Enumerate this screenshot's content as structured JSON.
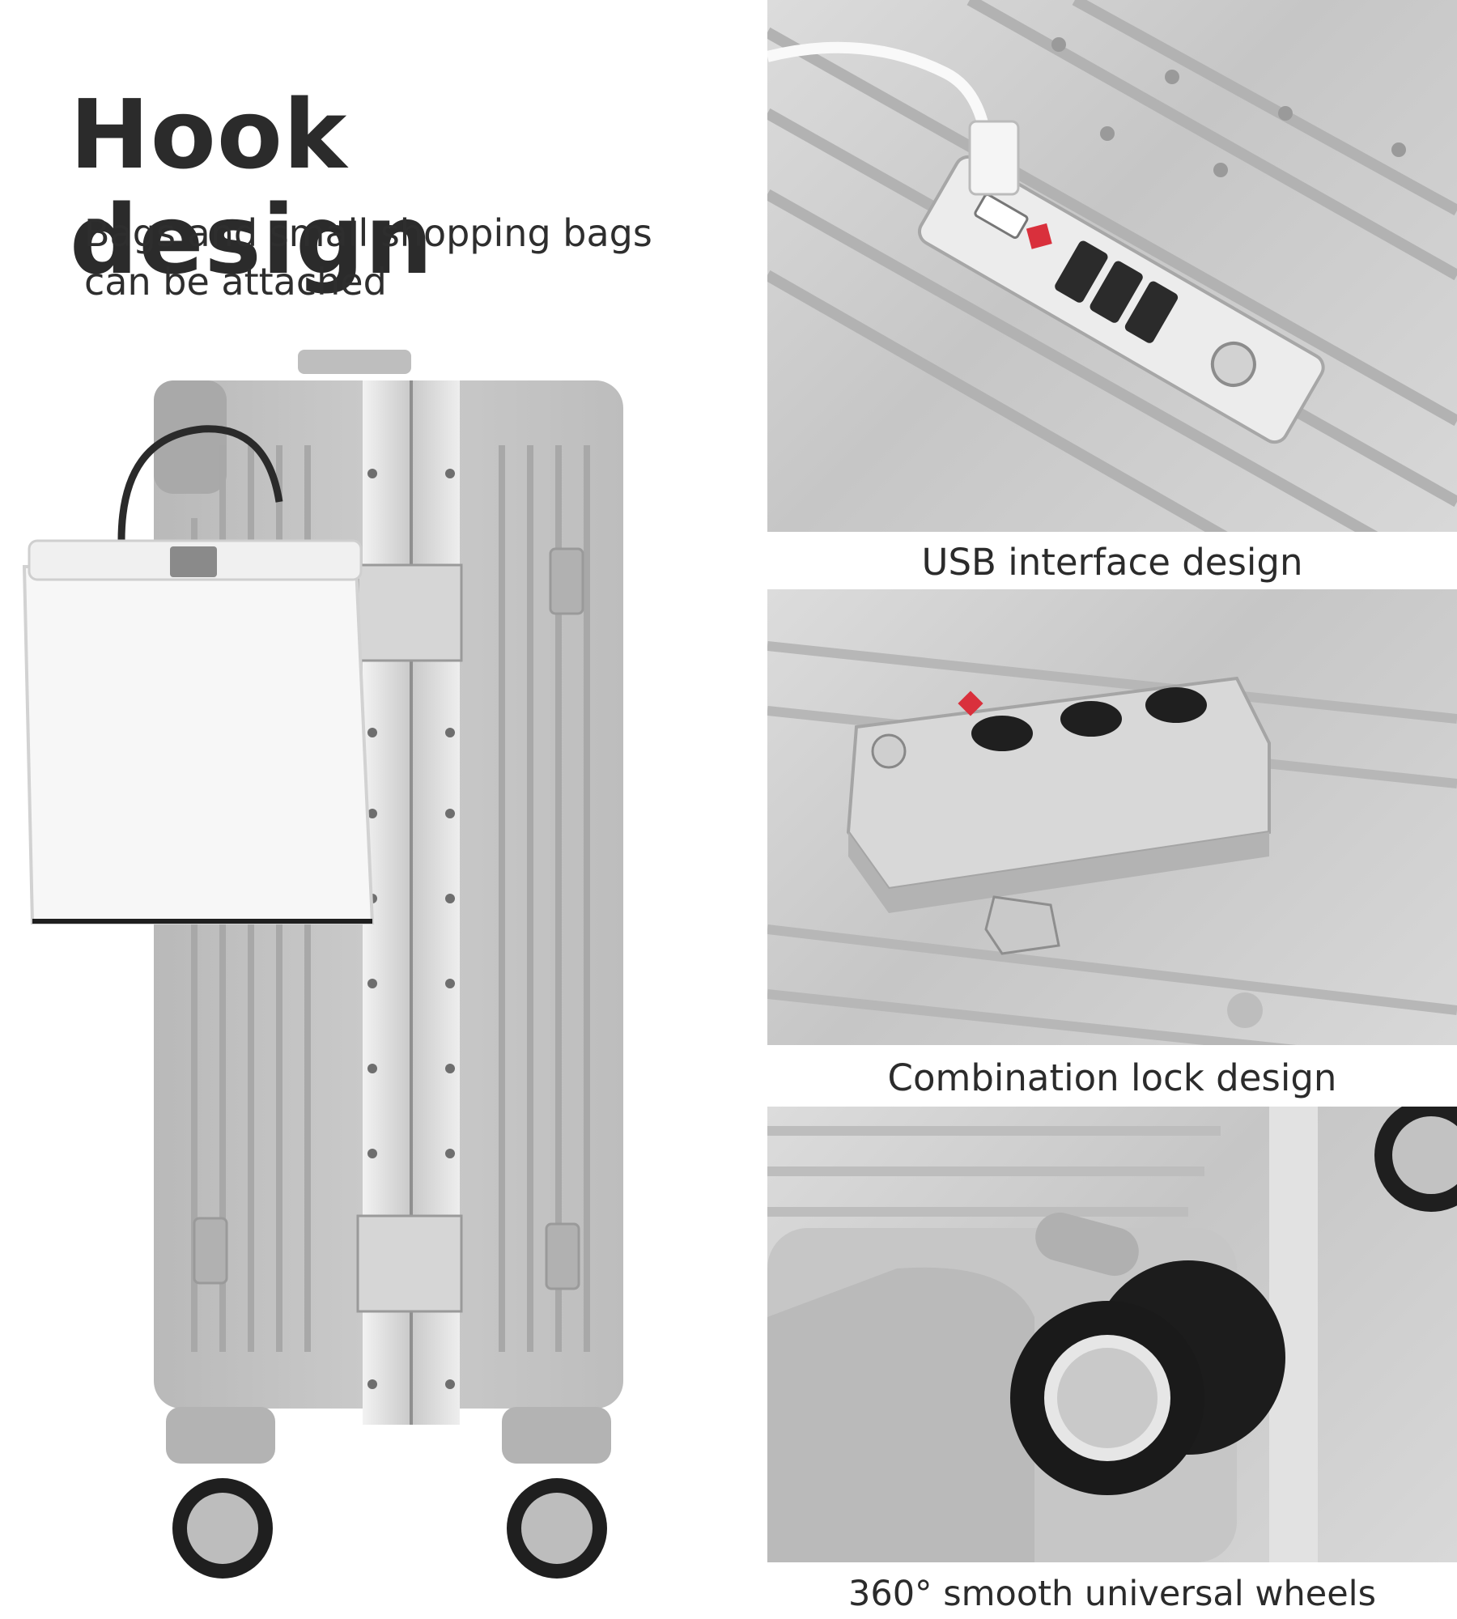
{
  "hero": {
    "title": "Hook design",
    "subtitle_line1": "Bags and small shopping bags",
    "subtitle_line2": "can be attached"
  },
  "features": [
    {
      "caption": "USB interface design",
      "image": "usb-port-closeup"
    },
    {
      "caption": "Combination lock design",
      "image": "combination-lock-closeup"
    },
    {
      "caption": "360° smooth universal wheels",
      "image": "spinner-wheel-closeup"
    }
  ],
  "colors": {
    "text": "#2b2b2b",
    "shell": "#c3c3c3",
    "frame": "#e4e4e4",
    "wheel": "#1e1e1e",
    "lock_badge": "#d9303c"
  }
}
